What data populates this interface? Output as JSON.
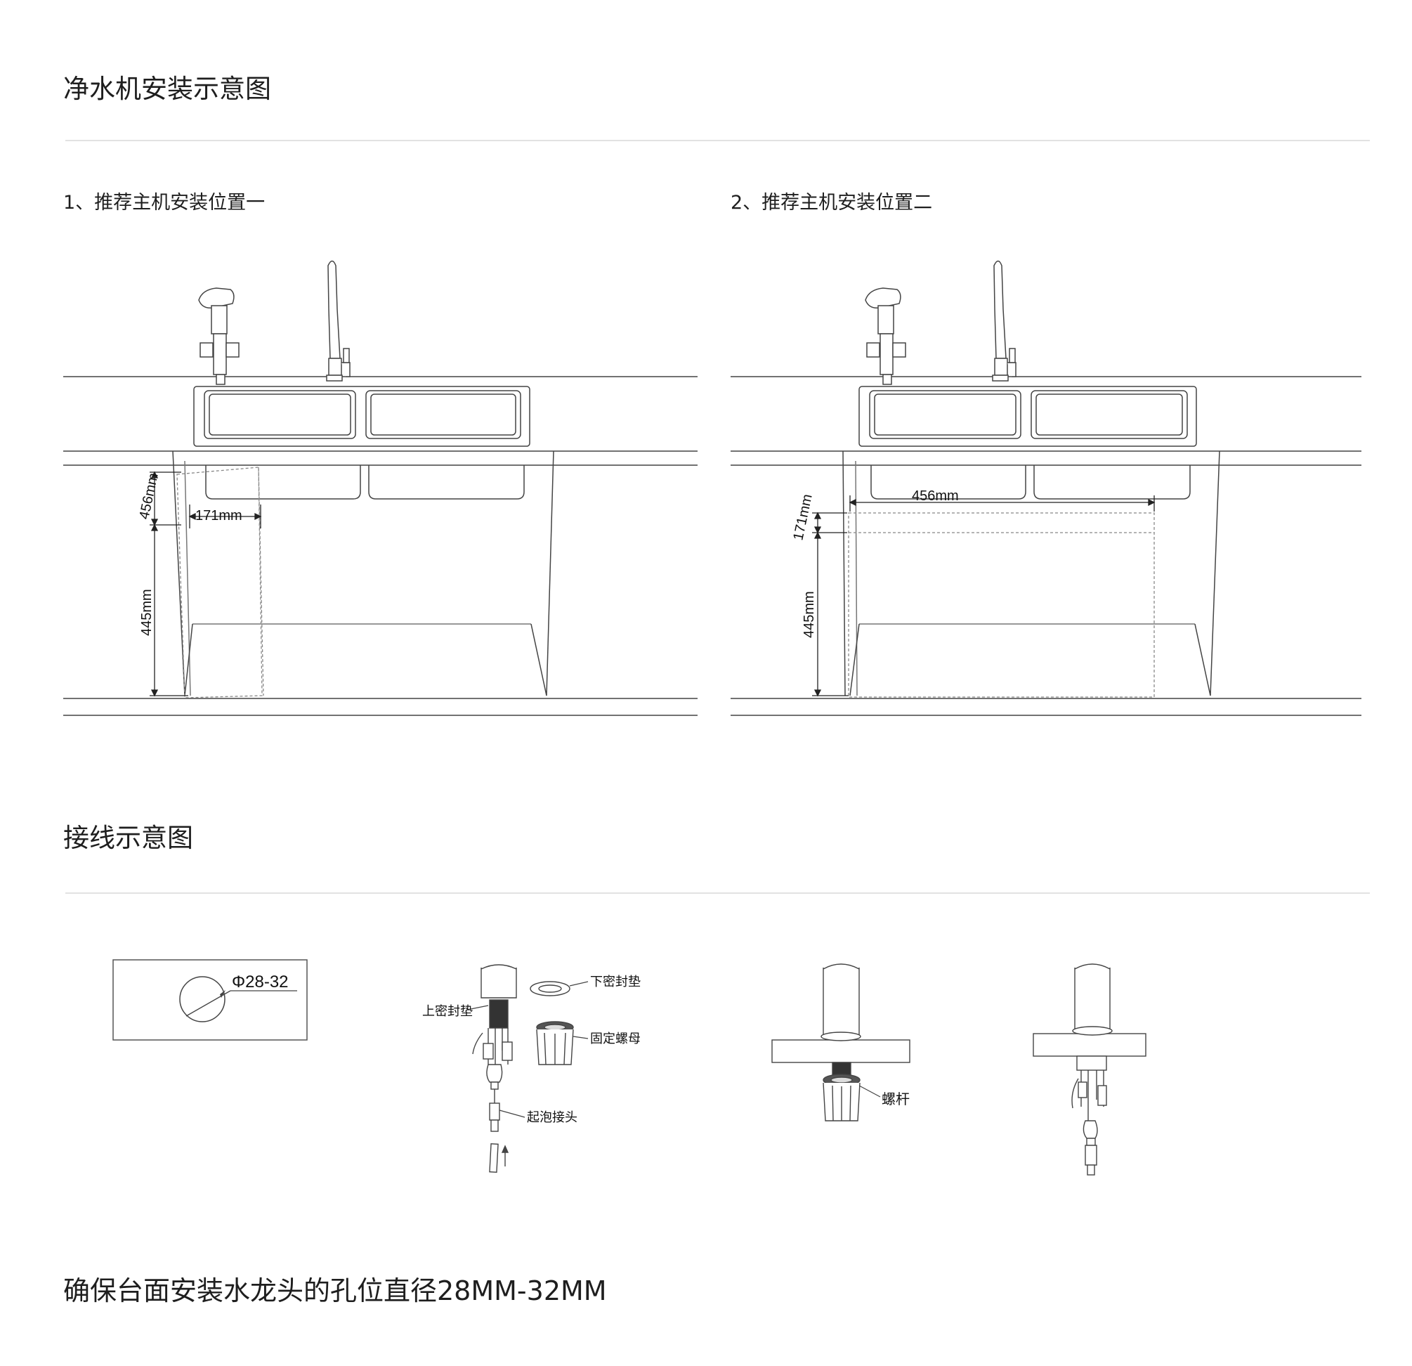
{
  "install": {
    "title": "净水机安装示意图",
    "position1": {
      "label": "1、推荐主机安装位置一",
      "dim_height_top": "456mm",
      "dim_width": "171mm",
      "dim_height_bottom": "445mm"
    },
    "position2": {
      "label": "2、推荐主机安装位置二",
      "dim_width": "456mm",
      "dim_height_top": "171mm",
      "dim_height_bottom": "445mm"
    }
  },
  "wiring": {
    "title": "接线示意图",
    "hole_label": "Φ28-32",
    "parts": {
      "upper_gasket": "上密封垫",
      "lower_gasket": "下密封垫",
      "fixing_nut": "固定螺母",
      "aerator_connector": "起泡接头",
      "screw_rod": "螺杆"
    }
  },
  "note": "确保台面安装水龙头的孔位直径28MM-32MM"
}
